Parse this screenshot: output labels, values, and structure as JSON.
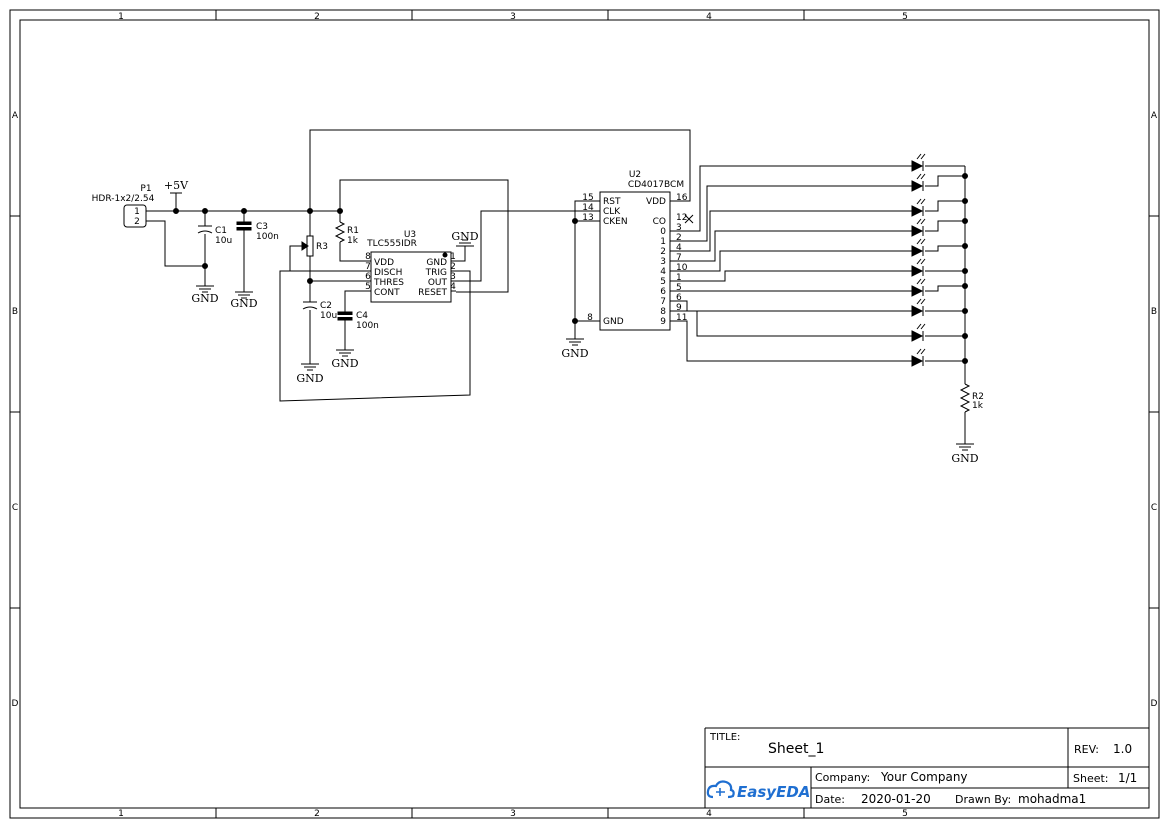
{
  "frame": {
    "cols": [
      "1",
      "2",
      "3",
      "4",
      "5"
    ],
    "rows": [
      "A",
      "B",
      "C",
      "D"
    ]
  },
  "components": {
    "p1": {
      "ref": "P1",
      "value": "HDR-1x2/2.54",
      "pins": [
        "1",
        "2"
      ]
    },
    "pwr": {
      "label": "+5V"
    },
    "c1": {
      "ref": "C1",
      "value": "10u"
    },
    "c3": {
      "ref": "C3",
      "value": "100n"
    },
    "c2": {
      "ref": "C2",
      "value": "10u"
    },
    "c4": {
      "ref": "C4",
      "value": "100n"
    },
    "r1": {
      "ref": "R1",
      "value": "1k"
    },
    "r3": {
      "ref": "R3"
    },
    "r2": {
      "ref": "R2",
      "value": "1k"
    },
    "u3": {
      "ref": "U3",
      "value": "TLC555IDR",
      "left_pins": [
        {
          "num": "8",
          "name": "VDD"
        },
        {
          "num": "7",
          "name": "DISCH"
        },
        {
          "num": "6",
          "name": "THRES"
        },
        {
          "num": "5",
          "name": "CONT"
        }
      ],
      "right_pins": [
        {
          "num": "1",
          "name": "GND"
        },
        {
          "num": "2",
          "name": "TRIG"
        },
        {
          "num": "3",
          "name": "OUT"
        },
        {
          "num": "4",
          "name": "RESET"
        }
      ]
    },
    "u2": {
      "ref": "U2",
      "value": "CD4017BCM",
      "left_pins": [
        {
          "num": "15",
          "name": "RST"
        },
        {
          "num": "14",
          "name": "CLK"
        },
        {
          "num": "13",
          "name": "CKEN"
        },
        {
          "num": "8",
          "name": "GND"
        }
      ],
      "right_pins": [
        {
          "num": "16",
          "name": "VDD"
        },
        {
          "num": "12",
          "name": "CO"
        },
        {
          "num": "3",
          "name": "0"
        },
        {
          "num": "2",
          "name": "1"
        },
        {
          "num": "4",
          "name": "2"
        },
        {
          "num": "7",
          "name": "3"
        },
        {
          "num": "10",
          "name": "4"
        },
        {
          "num": "1",
          "name": "5"
        },
        {
          "num": "5",
          "name": "6"
        },
        {
          "num": "6",
          "name": "7"
        },
        {
          "num": "9",
          "name": "8"
        },
        {
          "num": "11",
          "name": "9"
        }
      ]
    },
    "gnd_label": "GND"
  },
  "title_block": {
    "title_label": "TITLE:",
    "title": "Sheet_1",
    "rev_label": "REV:",
    "rev": "1.0",
    "company_label": "Company:",
    "company": "Your Company",
    "sheet_label": "Sheet:",
    "sheet": "1/1",
    "date_label": "Date:",
    "date": "2020-01-20",
    "drawn_label": "Drawn By:",
    "drawn_by": "mohadma1",
    "brand": "EasyEDA"
  },
  "colors": {
    "ink": "#000000",
    "brand": "#1f6fd1"
  }
}
